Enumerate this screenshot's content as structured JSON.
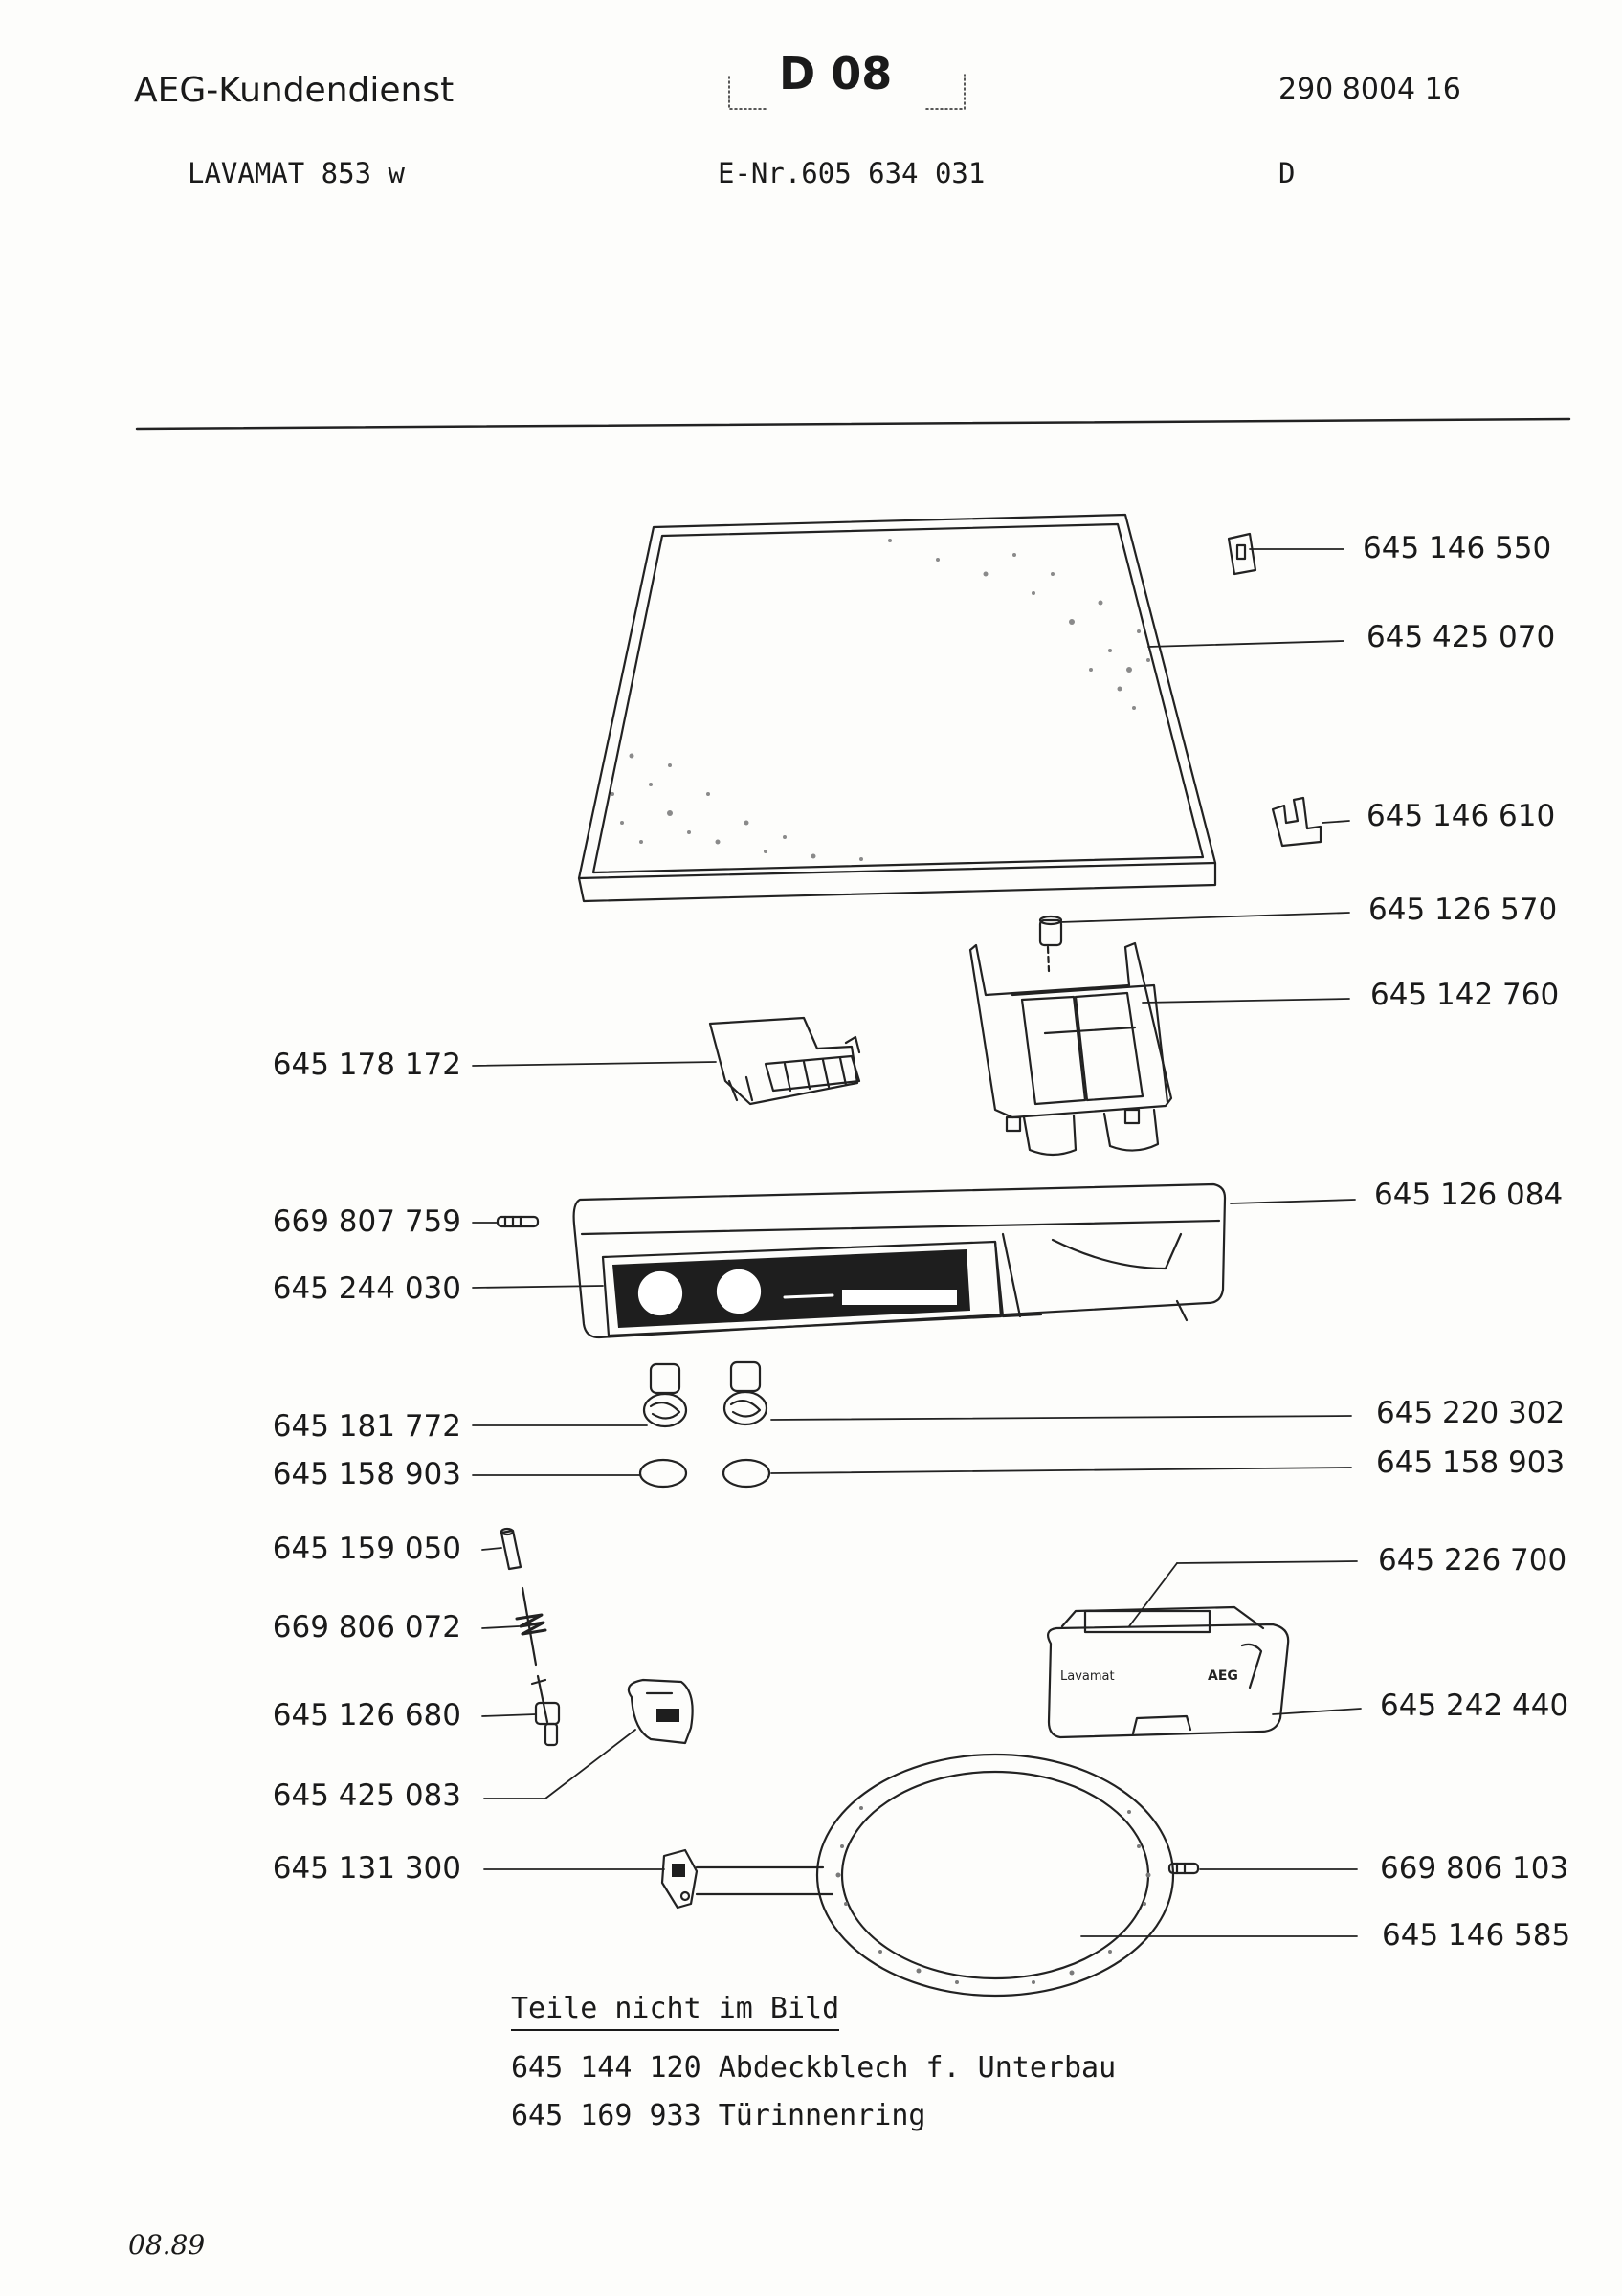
{
  "header": {
    "company": "AEG-Kundendienst",
    "sheet_code": "D 08",
    "document_number": "290 8004 16",
    "model": "LAVAMAT 853 w",
    "e_number": "E-Nr.605 634 031",
    "language": "D"
  },
  "parts_right": [
    "645 146 550",
    "645 425 070",
    "645 146 610",
    "645 126 570",
    "645 142 760",
    "645 126 084",
    "645 220 302",
    "645 158 903",
    "645 226 700",
    "645 242 440",
    "669 806 103",
    "645 146 585"
  ],
  "parts_left": [
    "645 178 172",
    "669 807 759",
    "645 244 030",
    "645 181 772",
    "645 158 903",
    "645 159 050",
    "669 806 072",
    "645 126 680",
    "645 425 083",
    "645 131 300"
  ],
  "notes": {
    "title": "Teile nicht im Bild",
    "items": [
      "645 144 120 Abdeckblech f. Unterbau",
      "645 169 933 Türinnenring"
    ]
  },
  "drawing_labels": {
    "panel_brand": "Lavamat",
    "panel_logo": "AEG"
  },
  "footer": {
    "date": "08.89"
  }
}
